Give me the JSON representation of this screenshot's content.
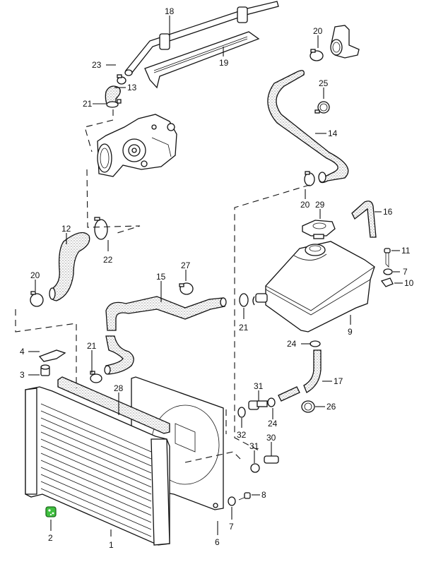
{
  "diagram": {
    "title": "Cooling system exploded parts diagram",
    "highlight_color": "#3fbf3f",
    "highlighted_part": "2",
    "callouts": [
      {
        "id": "c18",
        "label": "18",
        "part": "coolant pipe"
      },
      {
        "id": "c19",
        "label": "19",
        "part": "pipe bracket"
      },
      {
        "id": "c23",
        "label": "23",
        "part": "hose clamp"
      },
      {
        "id": "c13",
        "label": "13",
        "part": "hose"
      },
      {
        "id": "c21a",
        "label": "21",
        "part": "hose clamp"
      },
      {
        "id": "c20a",
        "label": "20",
        "part": "hose clamp"
      },
      {
        "id": "c25",
        "label": "25",
        "part": "hose clamp"
      },
      {
        "id": "c14",
        "label": "14",
        "part": "upper hose"
      },
      {
        "id": "c20b",
        "label": "20",
        "part": "hose clamp"
      },
      {
        "id": "c29",
        "label": "29",
        "part": "filler cap"
      },
      {
        "id": "c16",
        "label": "16",
        "part": "overflow hose"
      },
      {
        "id": "c12",
        "label": "12",
        "part": "hose"
      },
      {
        "id": "c22",
        "label": "22",
        "part": "hose clamp"
      },
      {
        "id": "c20c",
        "label": "20",
        "part": "hose clamp"
      },
      {
        "id": "c15",
        "label": "15",
        "part": "hose"
      },
      {
        "id": "c27",
        "label": "27",
        "part": "hose clamp"
      },
      {
        "id": "c11",
        "label": "11",
        "part": "screw"
      },
      {
        "id": "c7a",
        "label": "7",
        "part": "washer"
      },
      {
        "id": "c10",
        "label": "10",
        "part": "speed nut"
      },
      {
        "id": "c21b",
        "label": "21",
        "part": "hose clamp"
      },
      {
        "id": "c9",
        "label": "9",
        "part": "expansion tank"
      },
      {
        "id": "c4",
        "label": "4",
        "part": "bracket"
      },
      {
        "id": "c21c",
        "label": "21",
        "part": "hose clamp"
      },
      {
        "id": "c24a",
        "label": "24",
        "part": "hose clamp"
      },
      {
        "id": "c3",
        "label": "3",
        "part": "grommet"
      },
      {
        "id": "c28",
        "label": "28",
        "part": "seal strip"
      },
      {
        "id": "c31a",
        "label": "31",
        "part": "connector"
      },
      {
        "id": "c17",
        "label": "17",
        "part": "hose"
      },
      {
        "id": "c26",
        "label": "26",
        "part": "hose clamp"
      },
      {
        "id": "c32",
        "label": "32",
        "part": "seal ring"
      },
      {
        "id": "c24b",
        "label": "24",
        "part": "hose clamp"
      },
      {
        "id": "c31b",
        "label": "31",
        "part": "seal ring"
      },
      {
        "id": "c30",
        "label": "30",
        "part": "temperature switch"
      },
      {
        "id": "c8",
        "label": "8",
        "part": "screw"
      },
      {
        "id": "c2",
        "label": "2",
        "part": "drain plug"
      },
      {
        "id": "c1",
        "label": "1",
        "part": "radiator"
      },
      {
        "id": "c6",
        "label": "6",
        "part": "fan shroud"
      },
      {
        "id": "c7b",
        "label": "7",
        "part": "washer"
      }
    ]
  }
}
